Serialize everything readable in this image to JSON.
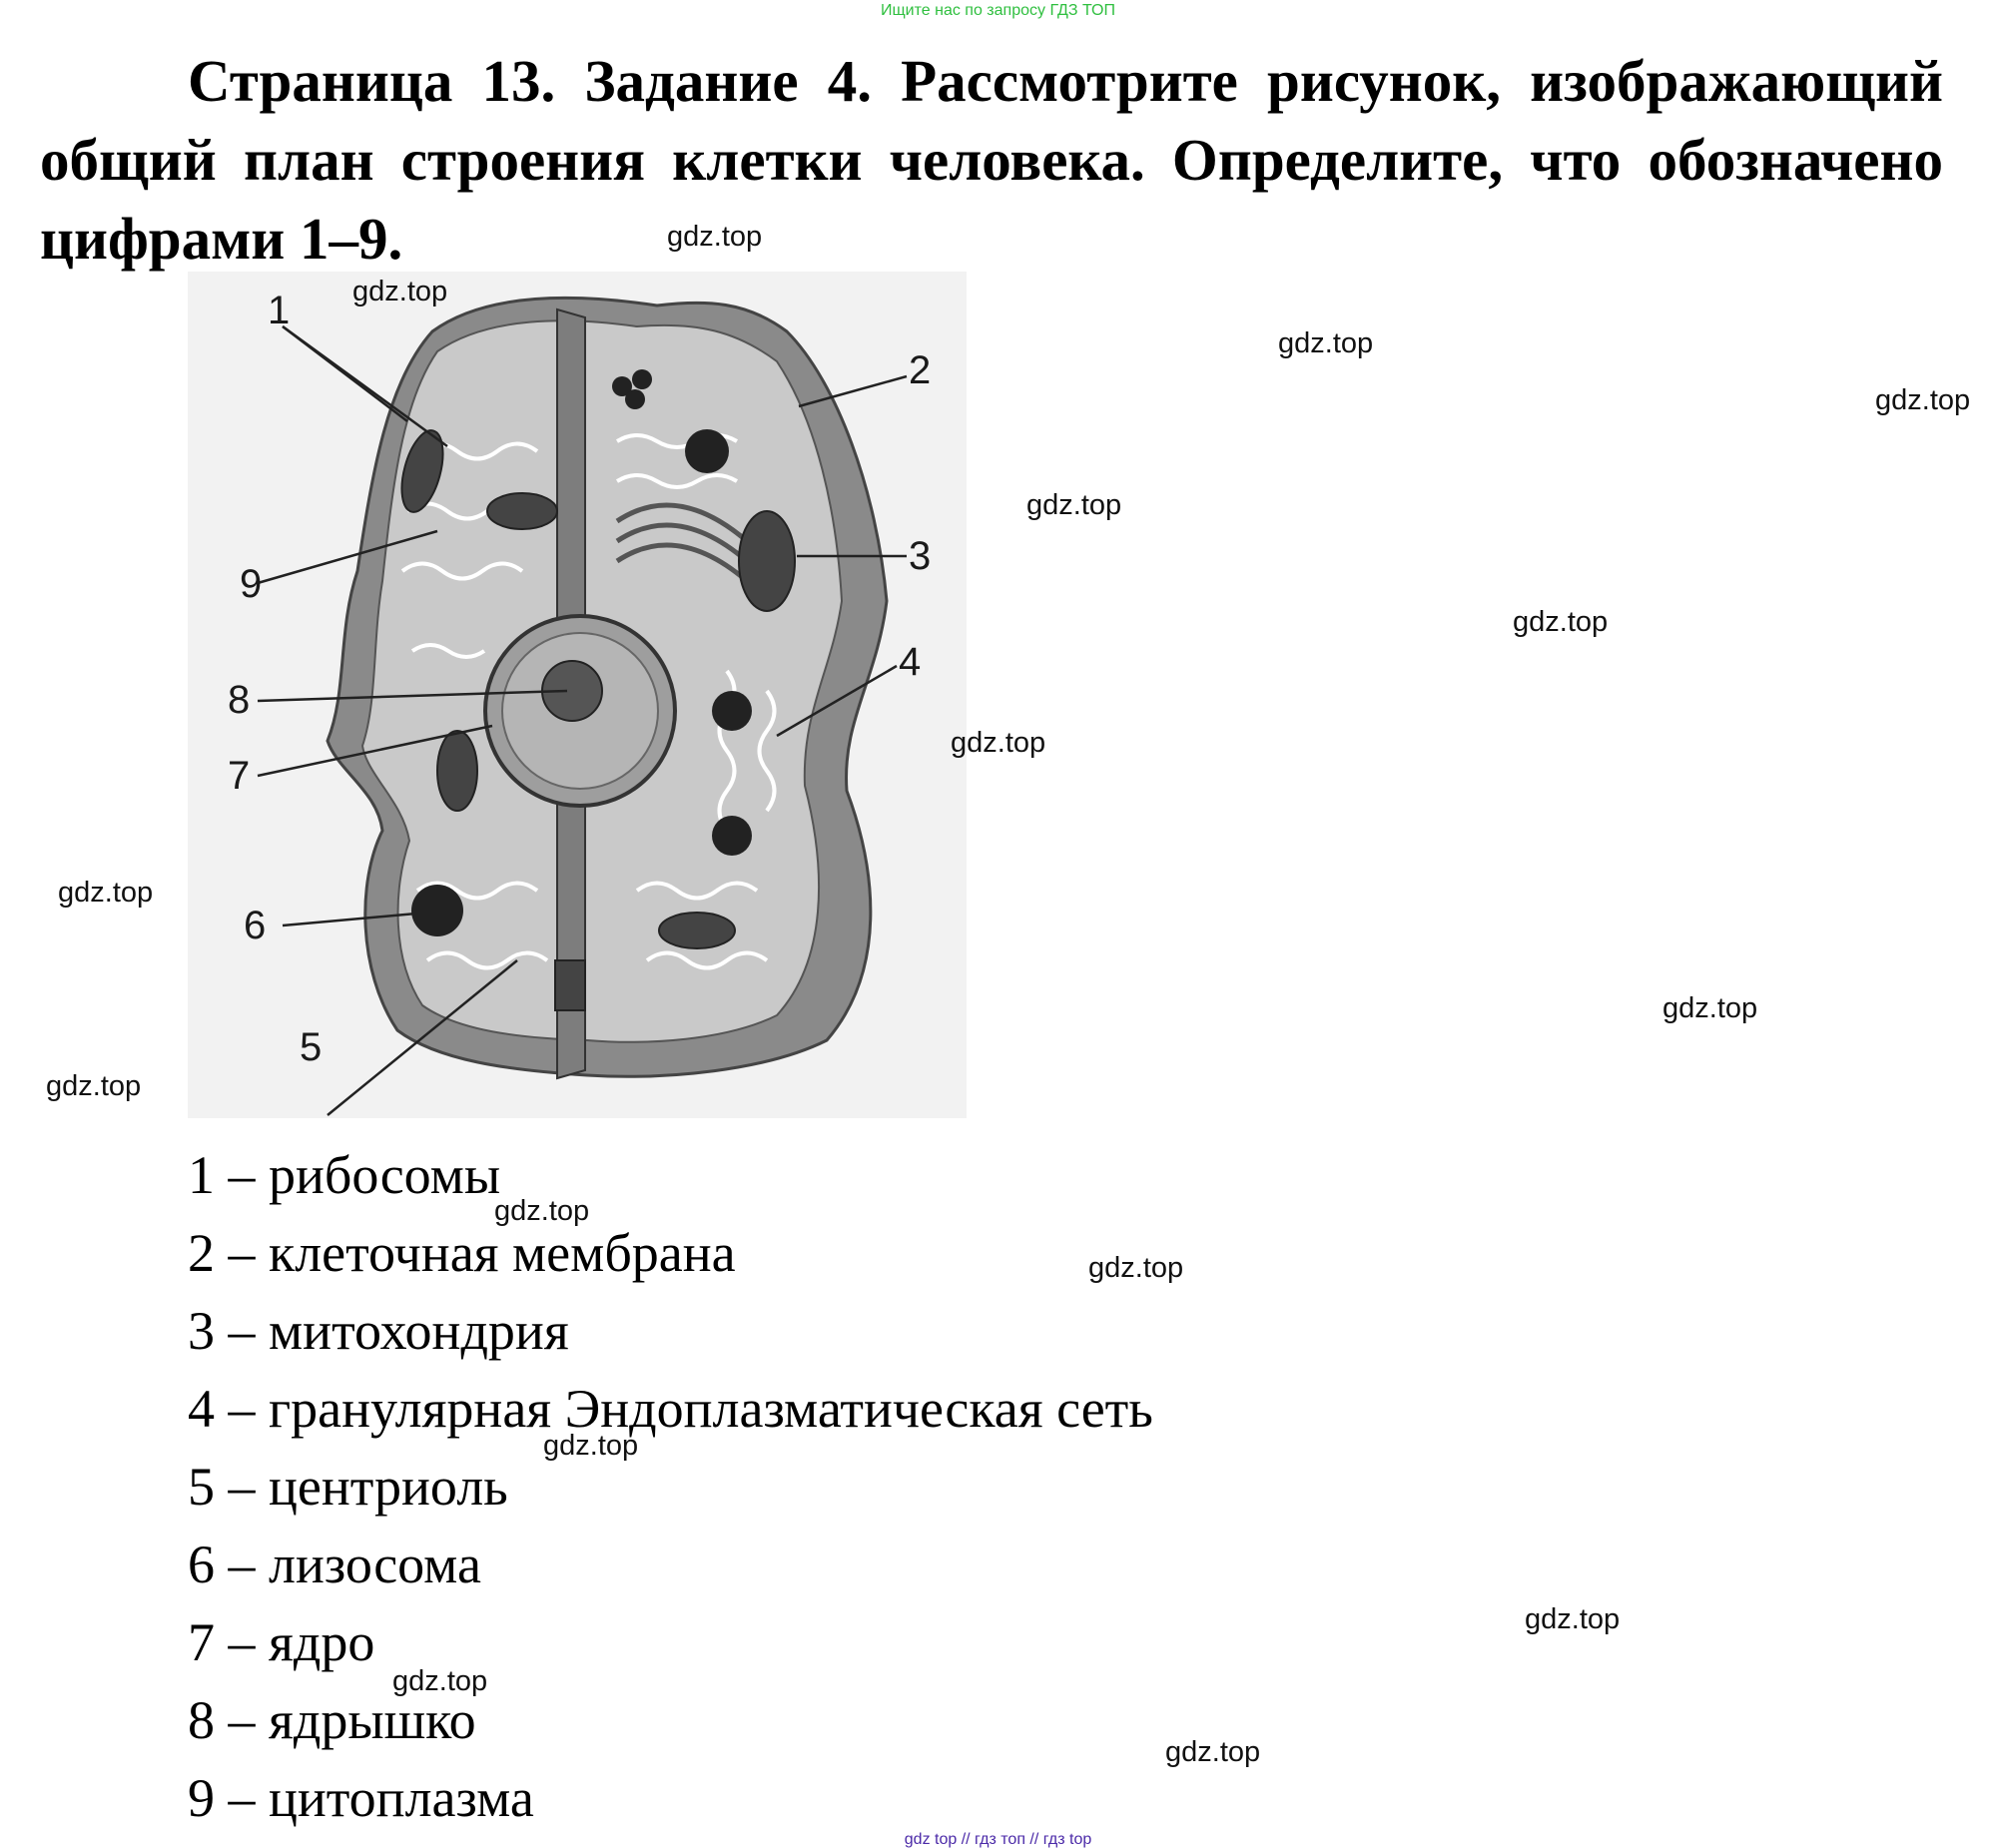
{
  "banner": "Ищите нас по запросу ГДЗ ТОП",
  "heading": "Страница 13. Задание 4. Рассмотрите рисунок, изображающий общий план строения клетки человека. Определите, что обозначено цифрами 1–9.",
  "figure": {
    "labels": [
      "1",
      "2",
      "3",
      "4",
      "5",
      "6",
      "7",
      "8",
      "9"
    ]
  },
  "answers": [
    "1 – рибосомы",
    "2 – клеточная мембрана",
    "3 – митохондрия",
    "4 – гранулярная Эндоплазматическая сеть",
    "5 – центриоль",
    "6 – лизосома",
    "7 – ядро",
    "8 – ядрышко",
    "9 – цитоплазма"
  ],
  "watermarks": [
    "gdz.top",
    "gdz.top",
    "gdz.top",
    "gdz.top",
    "gdz.top",
    "gdz.top",
    "gdz.top",
    "gdz.top",
    "gdz.top",
    "gdz.top",
    "gdz.top",
    "gdz.top",
    "gdz.top",
    "gdz.top",
    "gdz.top",
    "gdz.top"
  ],
  "footer": "gdz top  //  гдз топ  //  гдз top",
  "colors": {
    "banner": "#2fbf3f",
    "footer": "#4b2aa8"
  }
}
